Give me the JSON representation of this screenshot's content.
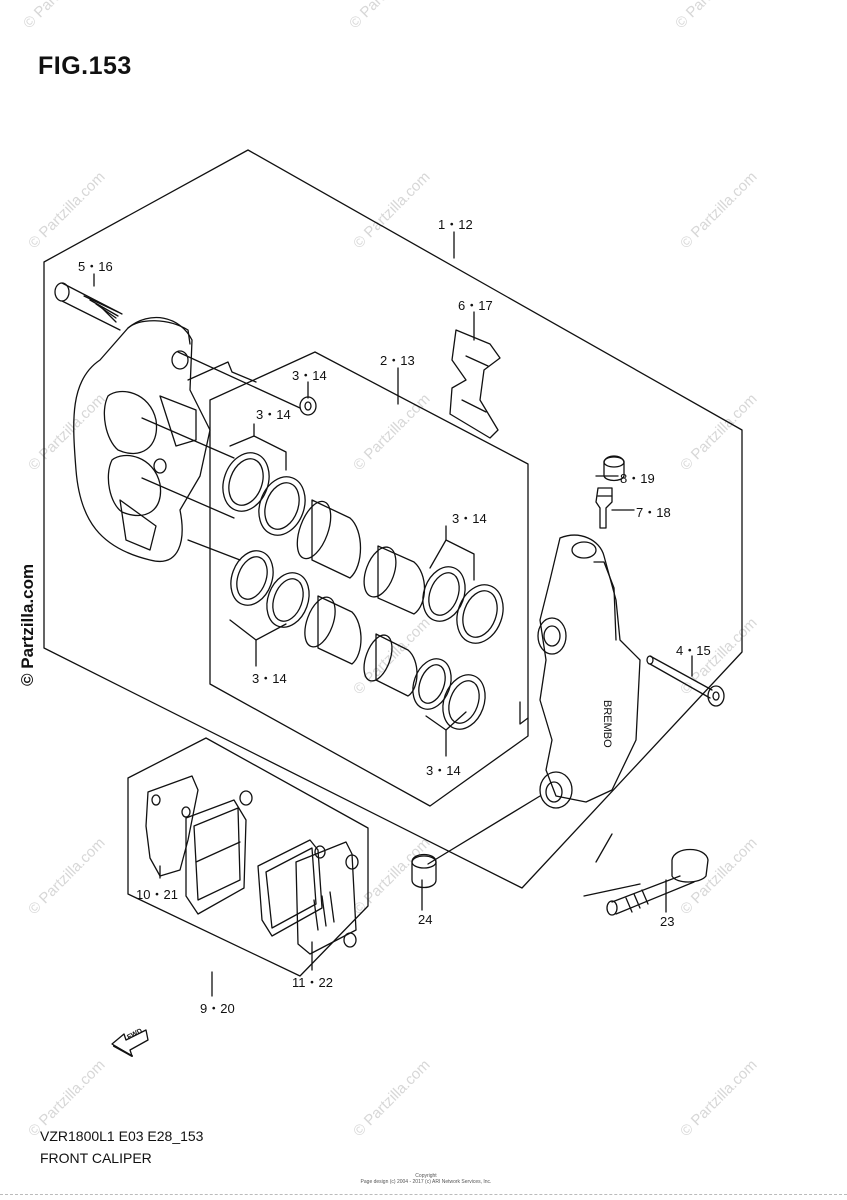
{
  "figure": {
    "title": "FIG.153",
    "model_code": "VZR1800L1 E03 E28_153",
    "name": "FRONT CALIPER",
    "copyright": "Copyright\nPage design (c) 2004 - 2017 (c) ARI Network Services, Inc.",
    "fwd_label": "FWD"
  },
  "watermark": {
    "text": "© Partzilla.com"
  },
  "callouts": [
    {
      "id": "c1",
      "label": "1・12"
    },
    {
      "id": "c2",
      "label": "5・16"
    },
    {
      "id": "c3",
      "label": "6・17"
    },
    {
      "id": "c4",
      "label": "2・13"
    },
    {
      "id": "c5",
      "label": "3・14"
    },
    {
      "id": "c6",
      "label": "3・14"
    },
    {
      "id": "c7",
      "label": "8・19"
    },
    {
      "id": "c8",
      "label": "7・18"
    },
    {
      "id": "c9",
      "label": "3・14"
    },
    {
      "id": "c10",
      "label": "4・15"
    },
    {
      "id": "c11",
      "label": "3・14"
    },
    {
      "id": "c12",
      "label": "3・14"
    },
    {
      "id": "c13",
      "label": "10・21"
    },
    {
      "id": "c14",
      "label": "24"
    },
    {
      "id": "c15",
      "label": "23"
    },
    {
      "id": "c16",
      "label": "11・22"
    },
    {
      "id": "c17",
      "label": "9・20"
    }
  ]
}
